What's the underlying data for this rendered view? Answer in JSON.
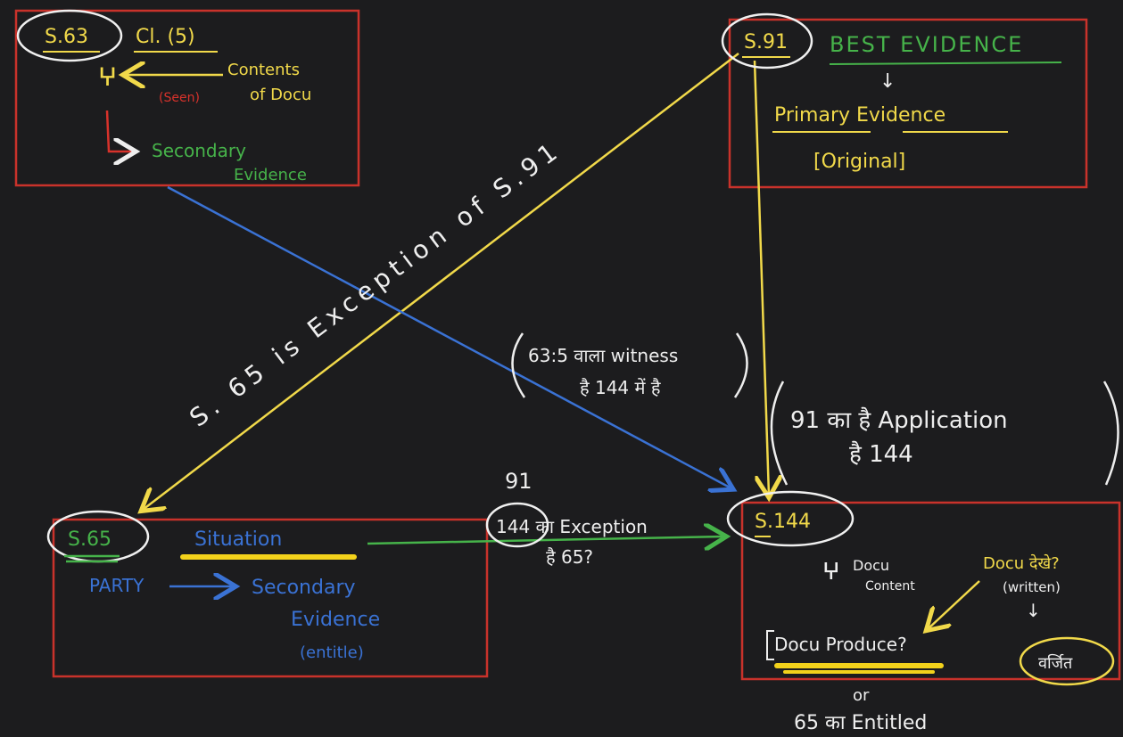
{
  "colors": {
    "background": "#1c1c1e",
    "box_border": "#c9322b",
    "yellow": "#f1d94a",
    "green": "#46b34a",
    "blue": "#3a72d4",
    "red": "#d8322b",
    "white": "#eeeeee",
    "highlight": "#f3d21b",
    "circle": "#f0f0f0"
  },
  "boxes": {
    "s63": {
      "section": "S.63",
      "clause": "Cl. (5)",
      "person_symbol": "ⵖ",
      "contents_of_docu": [
        "Contents",
        "of Docu"
      ],
      "note": "(Seen)",
      "result": [
        "Secondary",
        "Evidence"
      ]
    },
    "s91": {
      "section": "S.91",
      "title": "BEST EVIDENCE",
      "arrow": "↓",
      "primary": "Primary Evidence",
      "original": "[Original]"
    },
    "s65": {
      "section": "S.65",
      "situation": "Situation",
      "party": "PARTY",
      "party_result": [
        "Secondary",
        "Evidence",
        "(entitle)"
      ]
    },
    "s144": {
      "section": "S.144",
      "person_symbol": "ⵖ",
      "docu_content": [
        "Docu",
        "Content"
      ],
      "docu_written": [
        "Docu देखे?",
        "(written)"
      ],
      "arrow_down": "↓",
      "docu_produce": "Docu Produce?",
      "circled_word": "वर्जित"
    }
  },
  "connectors": {
    "diagonal_label": "S. 65 is Exception of S.91",
    "mid_note": [
      "63:5 वाला witness",
      "है 144 में है"
    ],
    "ninety_one": "91",
    "exception_note_1": "144 का Exception",
    "exception_note_2": "है 65?",
    "application_note": [
      "91 का है Application",
      "है 144"
    ]
  },
  "footer": {
    "or": "or",
    "entitled": "65 का Entitled"
  }
}
